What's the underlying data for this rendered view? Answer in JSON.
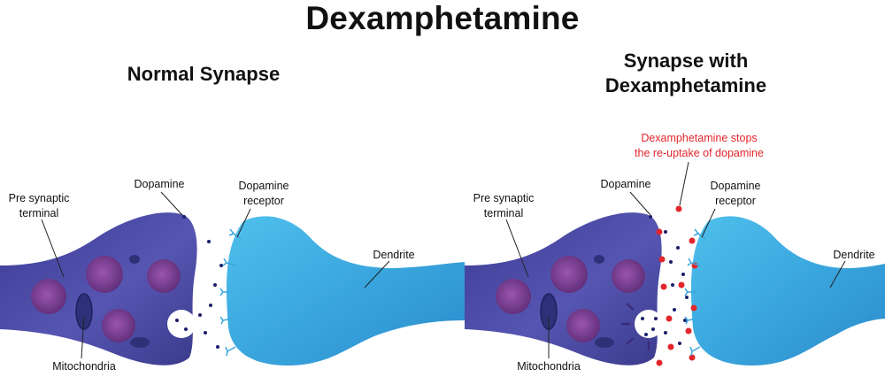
{
  "title": "Dexamphetamine",
  "panels": {
    "normal": {
      "heading": "Normal Synapse",
      "labels": {
        "pre_synaptic_1": "Pre synaptic",
        "pre_synaptic_2": "terminal",
        "dopamine": "Dopamine",
        "receptor_1": "Dopamine",
        "receptor_2": "receptor",
        "dendrite": "Dendrite",
        "mitochondria": "Mitochondria"
      }
    },
    "drug": {
      "heading_1": "Synapse with",
      "heading_2": "Dexamphetamine",
      "note_1": "Dexamphetamine stops",
      "note_2": "the re-uptake of dopamine",
      "labels": {
        "pre_synaptic_1": "Pre synaptic",
        "pre_synaptic_2": "terminal",
        "dopamine": "Dopamine",
        "receptor_1": "Dopamine",
        "receptor_2": "receptor",
        "dendrite": "Dendrite",
        "mitochondria": "Mitochondria"
      }
    }
  },
  "colors": {
    "pre_synaptic": "#4a4aa0",
    "dendrite": "#3fa9df",
    "vesicle": "#7a3d8e",
    "dopamine": "#1b1f6b",
    "drug": "#e3262c",
    "note_text": "#e3262c"
  }
}
